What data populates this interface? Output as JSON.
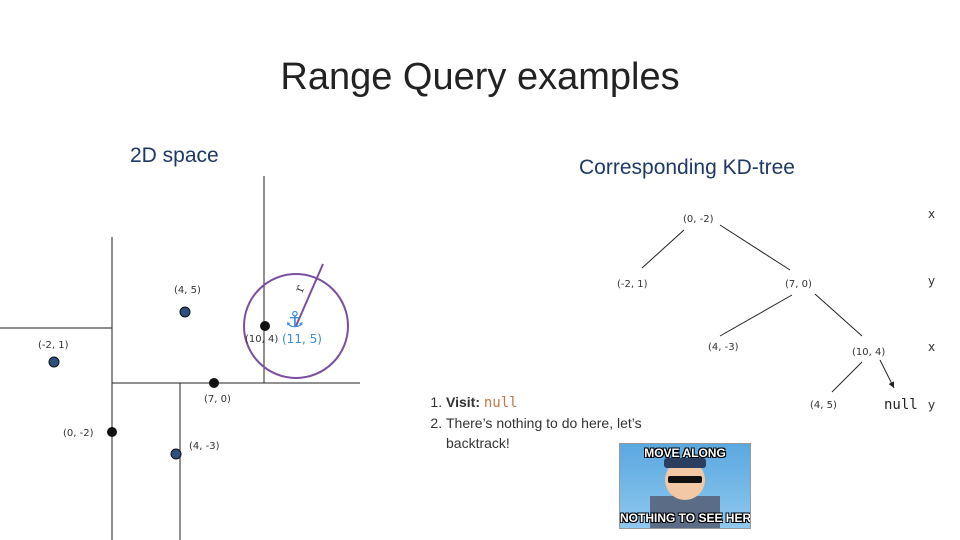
{
  "title": "Range Query examples",
  "left_subtitle": "2D space",
  "right_subtitle": "Corresponding KD-tree",
  "space_points": [
    {
      "id": "p45",
      "label": "(4, 5)",
      "color": "#2f4f7f"
    },
    {
      "id": "p104",
      "label": "(10, 4)",
      "color": "#111111"
    },
    {
      "id": "pm21",
      "label": "(-2, 1)",
      "color": "#2f4f7f"
    },
    {
      "id": "p70",
      "label": "(7, 0)",
      "color": "#111111"
    },
    {
      "id": "p0m2",
      "label": "(0, -2)",
      "color": "#111111"
    },
    {
      "id": "p4m3",
      "label": "(4, -3)",
      "color": "#2f4f7f"
    }
  ],
  "query": {
    "label": "(11, 5)",
    "radius_label": "r",
    "circle_color": "#7b4fa0",
    "anchor_color": "#3b8fd6"
  },
  "tree_nodes": [
    {
      "id": "n1",
      "label": "(0, -2)"
    },
    {
      "id": "n2",
      "label": "(-2, 1)"
    },
    {
      "id": "n3",
      "label": "(7, 0)"
    },
    {
      "id": "n4",
      "label": "(4, -3)"
    },
    {
      "id": "n5",
      "label": "(10, 4)"
    },
    {
      "id": "n6",
      "label": "(4, 5)"
    }
  ],
  "tree_null": "null",
  "level_axes": [
    "x",
    "y",
    "x",
    "y"
  ],
  "steps": [
    {
      "num": "1.",
      "text": "Visit: ",
      "code": "null"
    },
    {
      "num": "2.",
      "text": "There’s nothing to do here, let’s backtrack!"
    }
  ],
  "meme": {
    "top": "MOVE ALONG",
    "bottom": "NOTHING TO SEE HERE"
  }
}
